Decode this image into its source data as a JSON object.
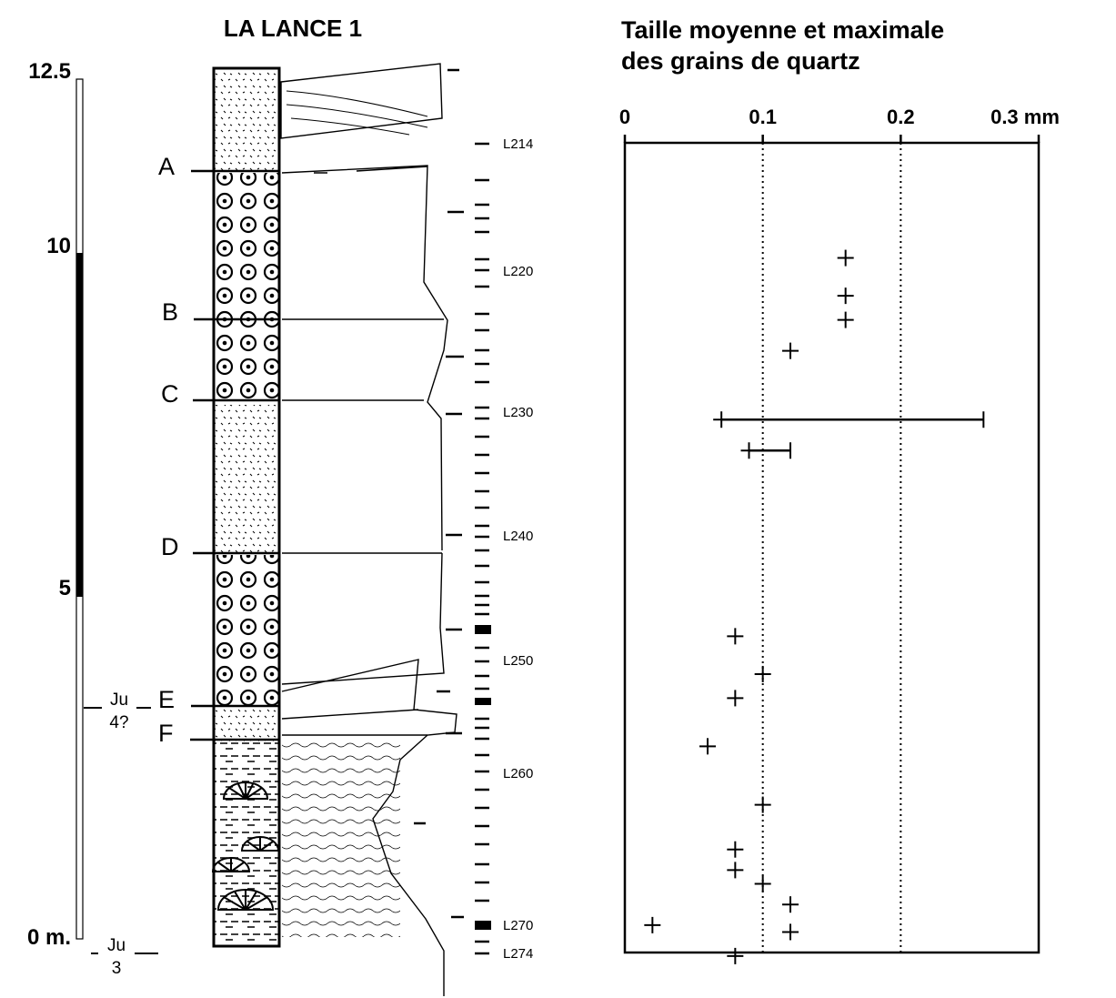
{
  "column": {
    "title": "LA LANCE 1",
    "scale_labels": [
      "12.5",
      "10",
      "5",
      "0 m."
    ],
    "boundary_labels": [
      {
        "name": "A",
        "height_m": 11.55
      },
      {
        "name": "B",
        "height_m": 9.0
      },
      {
        "name": "C",
        "height_m": 7.75
      },
      {
        "name": "D",
        "height_m": 5.4
      },
      {
        "name": "E",
        "height_m": 3.5
      },
      {
        "name": "F",
        "height_m": 2.75
      }
    ],
    "formation_labels": [
      {
        "top": "Ju",
        "bottom": "4?"
      },
      {
        "top": "Ju",
        "bottom": "3"
      }
    ],
    "sample_labels": [
      "L214",
      "L220",
      "L230",
      "L240",
      "L250",
      "L260",
      "L270",
      "L274"
    ]
  },
  "chart_data": {
    "type": "scatter",
    "title": "Taille moyenne et maximale des grains de quartz",
    "title_lines": [
      "Taille moyenne et maximale",
      "des grains de quartz"
    ],
    "x_tick_labels": [
      "0",
      "0.1",
      "0.2",
      "0.3 mm"
    ],
    "x_ticks": [
      0,
      0.1,
      0.2,
      0.3
    ],
    "xlim": [
      0,
      0.3
    ],
    "x_unit": "mm",
    "ylim": [
      0,
      12.5
    ],
    "y_unit": "m",
    "grid": "dotted vertical lines at 0.1 and 0.2",
    "points": [
      {
        "x": 0.16,
        "y": 9.9
      },
      {
        "x": 0.16,
        "y": 9.35
      },
      {
        "x": 0.16,
        "y": 9.0
      },
      {
        "x": 0.12,
        "y": 8.55
      },
      {
        "x": 0.07,
        "y": 7.55,
        "x_max": 0.26
      },
      {
        "x": 0.09,
        "y": 7.1,
        "x_max": 0.12
      },
      {
        "x": 0.08,
        "y": 4.4
      },
      {
        "x": 0.1,
        "y": 3.85
      },
      {
        "x": 0.08,
        "y": 3.5
      },
      {
        "x": 0.06,
        "y": 2.8
      },
      {
        "x": 0.1,
        "y": 1.95
      },
      {
        "x": 0.08,
        "y": 1.3
      },
      {
        "x": 0.08,
        "y": 1.0
      },
      {
        "x": 0.1,
        "y": 0.8
      },
      {
        "x": 0.12,
        "y": 0.5
      },
      {
        "x": 0.02,
        "y": 0.2
      },
      {
        "x": 0.12,
        "y": 0.1
      },
      {
        "x": 0.08,
        "y": -0.25
      }
    ]
  }
}
